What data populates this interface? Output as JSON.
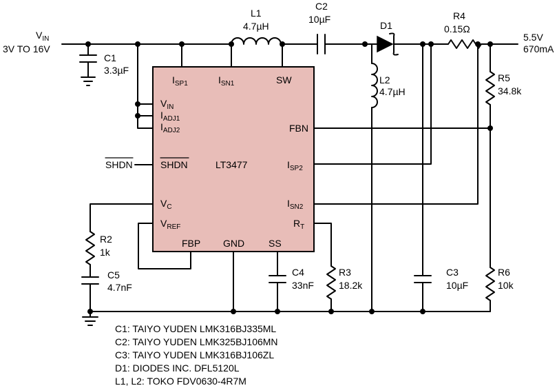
{
  "input": {
    "label": "V",
    "label_sub": "IN",
    "range": "3V TO 16V"
  },
  "output": {
    "voltage": "5.5V",
    "current": "670mA"
  },
  "ic": {
    "name": "LT3477",
    "pins": {
      "isp1": {
        "main": "I",
        "sub": "SP1"
      },
      "isn1": {
        "main": "I",
        "sub": "SN1"
      },
      "sw": {
        "main": "SW"
      },
      "vin": {
        "main": "V",
        "sub": "IN"
      },
      "iadj1": {
        "main": "I",
        "sub": "ADJ1"
      },
      "iadj2": {
        "main": "I",
        "sub": "ADJ2"
      },
      "fbn": {
        "main": "FBN"
      },
      "shdn": {
        "main": "SHDN"
      },
      "isp2": {
        "main": "I",
        "sub": "SP2"
      },
      "vc": {
        "main": "V",
        "sub": "C"
      },
      "isn2": {
        "main": "I",
        "sub": "SN2"
      },
      "vref": {
        "main": "V",
        "sub": "REF"
      },
      "rt": {
        "main": "R",
        "sub": "T"
      },
      "fbp": {
        "main": "FBP"
      },
      "gnd": {
        "main": "GND"
      },
      "ss": {
        "main": "SS"
      }
    }
  },
  "shdn_net": "SHDN",
  "components": {
    "l1": {
      "ref": "L1",
      "value": "4.7µH"
    },
    "c2": {
      "ref": "C2",
      "value": "10µF"
    },
    "d1": {
      "ref": "D1"
    },
    "r4": {
      "ref": "R4",
      "value": "0.15Ω"
    },
    "c1": {
      "ref": "C1",
      "value": "3.3µF"
    },
    "l2": {
      "ref": "L2",
      "value": "4.7µH"
    },
    "r5": {
      "ref": "R5",
      "value": "34.8k"
    },
    "r2": {
      "ref": "R2",
      "value": "1k"
    },
    "c5": {
      "ref": "C5",
      "value": "4.7nF"
    },
    "c4": {
      "ref": "C4",
      "value": "33nF"
    },
    "r3": {
      "ref": "R3",
      "value": "18.2k"
    },
    "c3": {
      "ref": "C3",
      "value": "10µF"
    },
    "r6": {
      "ref": "R6",
      "value": "10k"
    }
  },
  "notes": [
    "C1: TAIYO YUDEN LMK316BJ335ML",
    "C2: TAIYO YUDEN LMK325BJ106MN",
    "C3: TAIYO YUDEN LMK316BJ106ZL",
    "D1: DIODES INC. DFL5120L",
    "L1, L2: TOKO FDV0630-4R7M"
  ]
}
